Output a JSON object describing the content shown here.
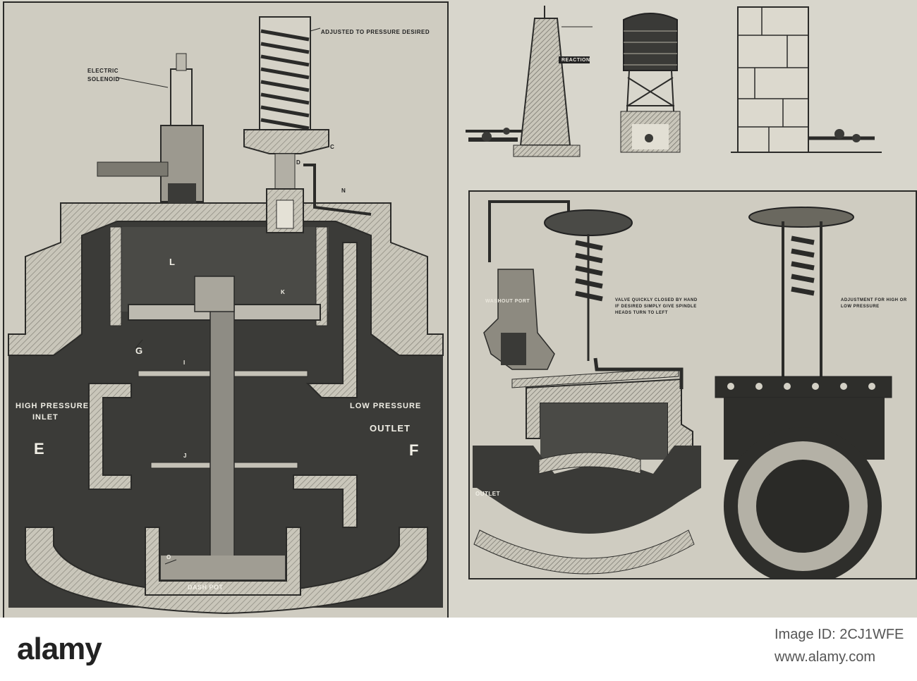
{
  "left_diagram": {
    "label_adjusted": "ADJUSTED TO PRESSURE DESIRED",
    "label_electric": "ELECTRIC",
    "label_solenoid": "SOLENOID",
    "label_high_pressure": "HIGH PRESSURE",
    "label_inlet": "INLET",
    "label_low_pressure": "LOW PRESSURE",
    "label_outlet": "OUTLET",
    "label_dash_pot": "DASH POT",
    "letter_e": "E",
    "letter_f": "F",
    "letter_l": "L",
    "letter_k": "K",
    "letter_g": "G",
    "letter_i": "I",
    "letter_j": "J",
    "letter_o": "O",
    "letter_c": "C",
    "letter_n": "N",
    "letter_d": "D"
  },
  "right_diagram": {
    "label_washout": "WASHOUT PORT",
    "label_valve_note": "VALVE QUICKLY CLOSED BY HAND IF DESIRED SIMPLY GIVE SPINDLE HEADS TURN TO LEFT",
    "label_adjustment": "ADJUSTMENT FOR HIGH OR LOW PRESSURE",
    "label_outlet": "OUTLET",
    "label_reaction": "REACTION"
  },
  "watermark": {
    "logo_text": "alamy",
    "image_id": "Image ID: 2CJ1WFE",
    "url": "www.alamy.com"
  },
  "colors": {
    "paper": "#d8d6cc",
    "ink": "#2b2b29",
    "hatch": "#8c8a80",
    "cast_dark": "#3a3a37"
  }
}
